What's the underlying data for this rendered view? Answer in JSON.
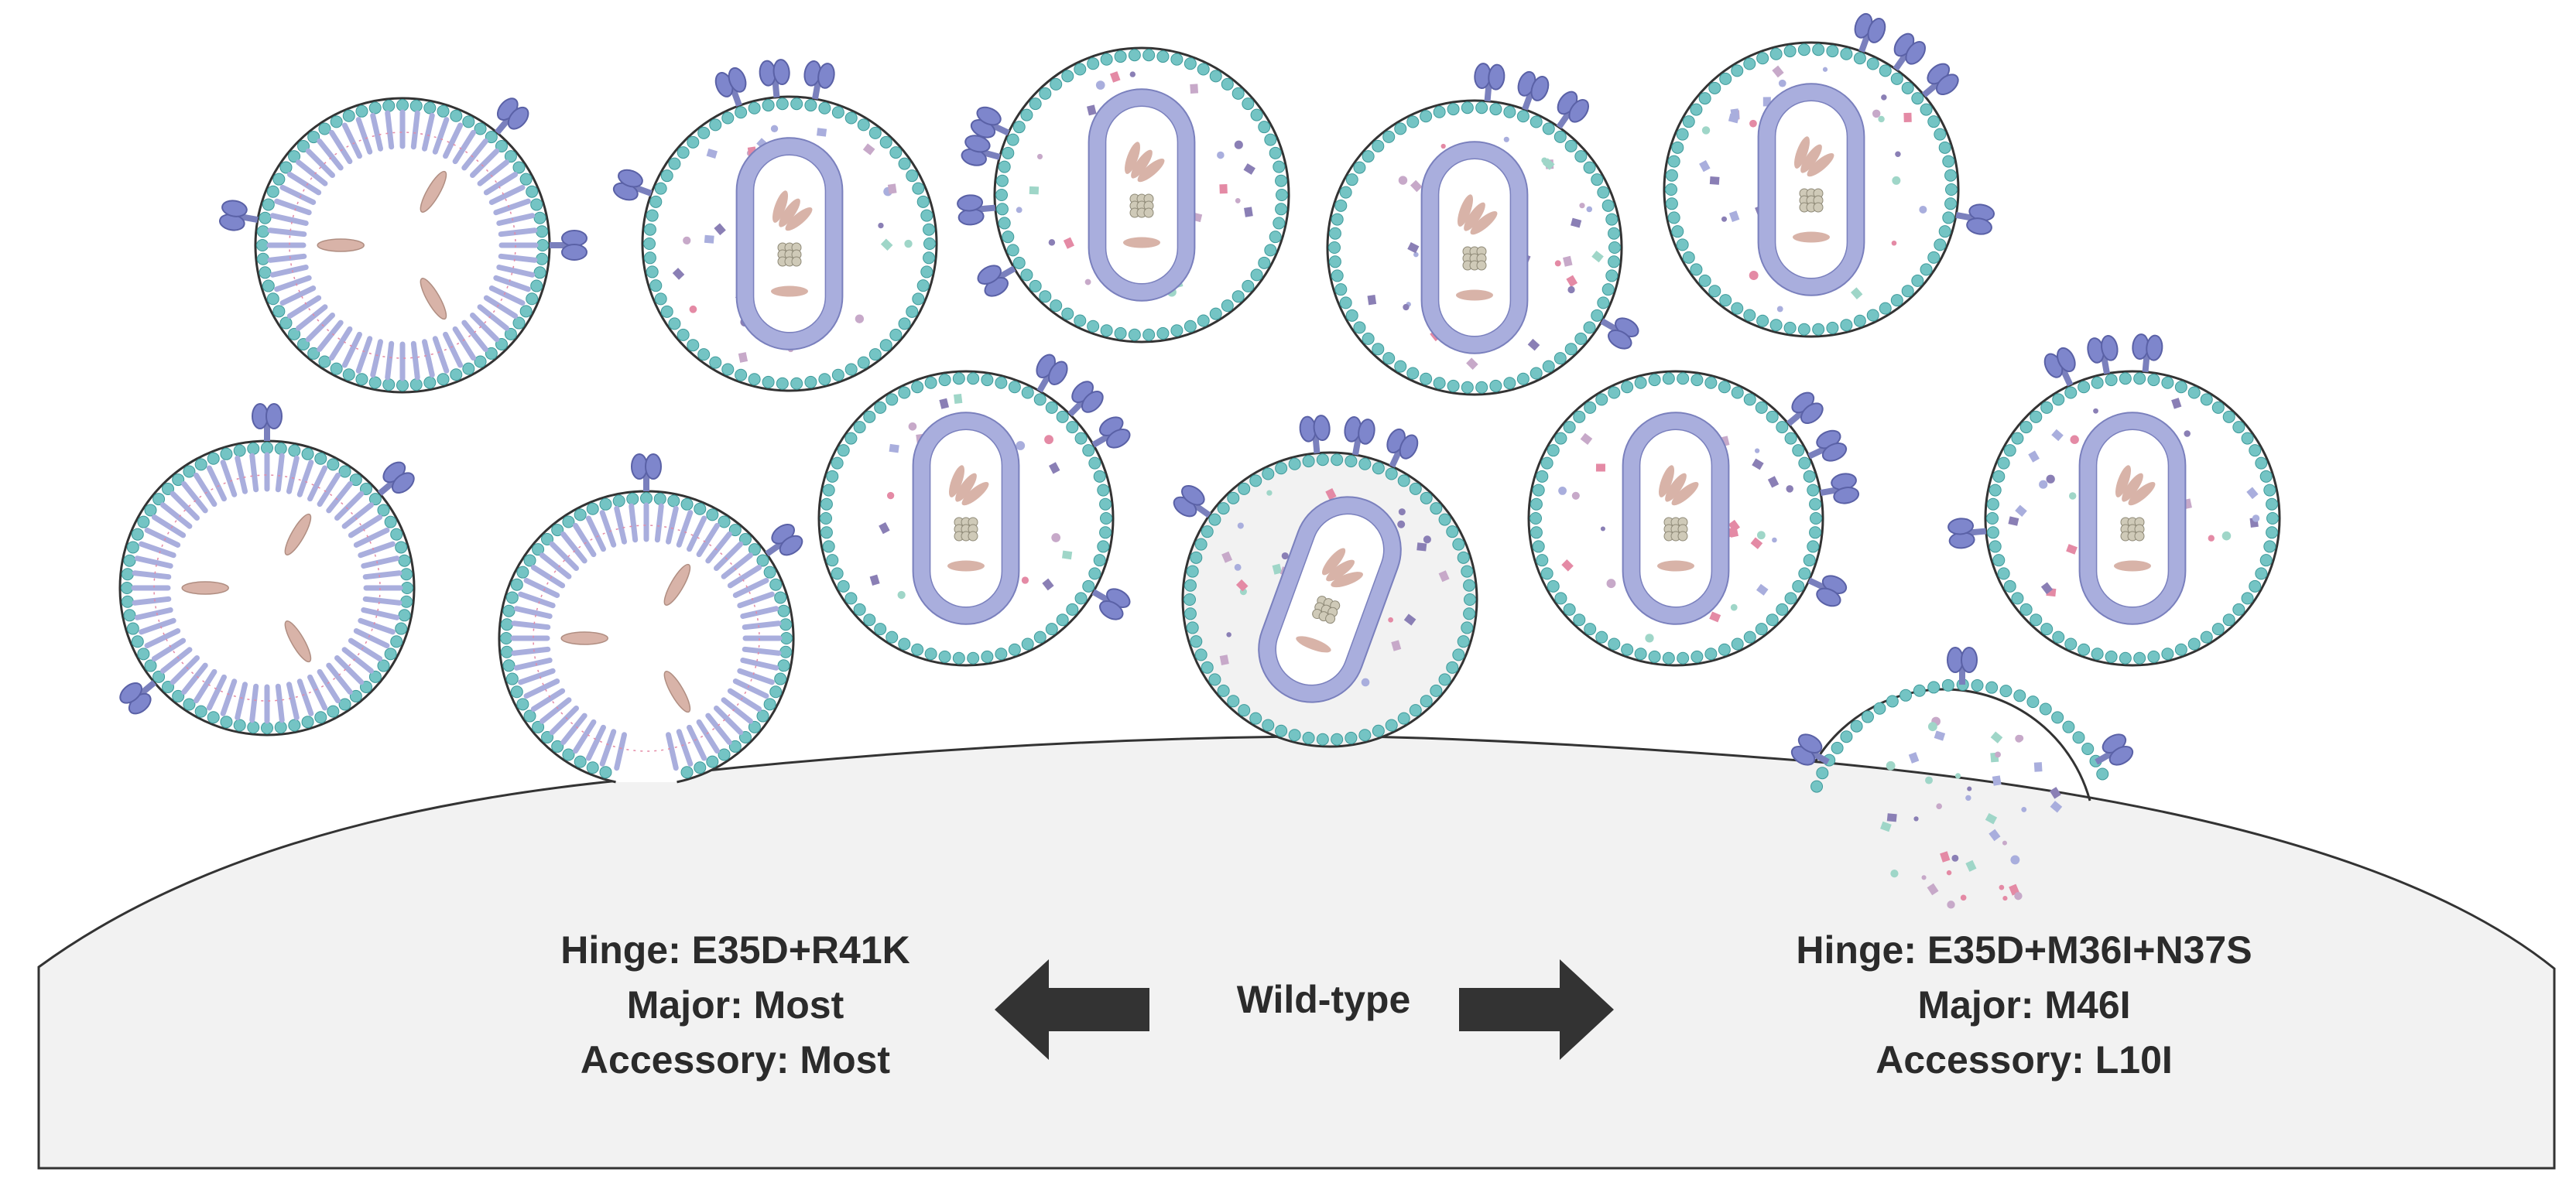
{
  "labels": {
    "left": {
      "hinge": "Hinge: E35D+R41K",
      "major": "Major: Most",
      "accessory": "Accessory: Most"
    },
    "center": "Wild-type",
    "right": {
      "hinge": "Hinge: E35D+M36I+N37S",
      "major": "Major: M46I",
      "accessory": "Accessory: L10I"
    }
  },
  "colors": {
    "cell_fill": "#f2f2f2",
    "outline": "#333333",
    "membrane_beads": "#74c4c4",
    "membrane_beads_edge": "#3f9a9a",
    "capsid": "#a9aedd",
    "capsid_edge": "#7a80bd",
    "glycoprotein": "#7e86cc",
    "rna_tan": "#d8b3a8",
    "pink_dots": "#e48aa5",
    "arrow": "#333333"
  },
  "icons": [
    "arrow-left-icon",
    "arrow-right-icon"
  ]
}
